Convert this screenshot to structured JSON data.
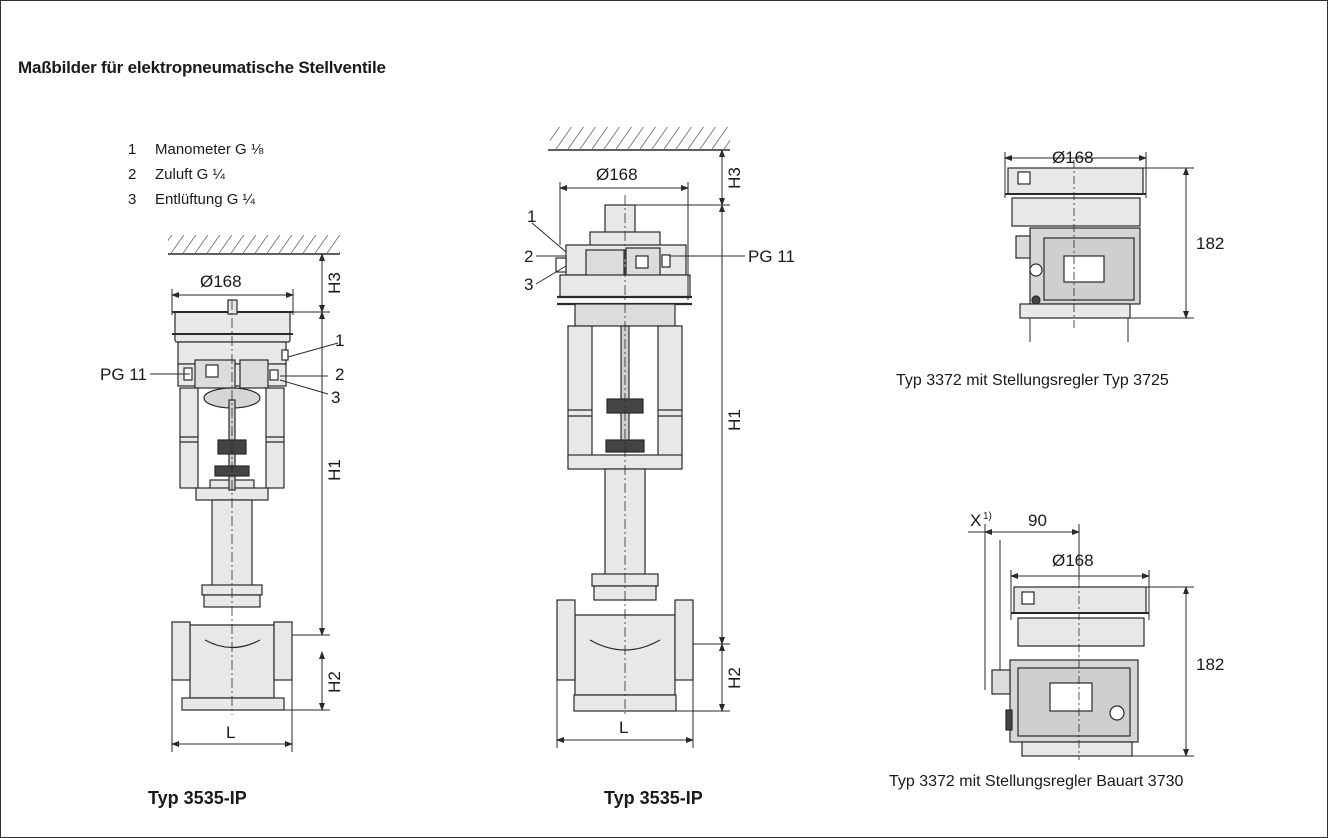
{
  "title": "Maßbilder für elektropneumatische Stellventile",
  "legend": [
    {
      "num": "1",
      "text": "Manometer G ⅛"
    },
    {
      "num": "2",
      "text": "Zuluft G ¼"
    },
    {
      "num": "3",
      "text": "Entlüftung G ¼"
    }
  ],
  "figures": {
    "left": {
      "caption": "Typ 3535-IP",
      "dia": "Ø168",
      "h1": "H1",
      "h2": "H2",
      "h3": "H3",
      "l": "L",
      "pg": "PG 11",
      "c1": "1",
      "c2": "2",
      "c3": "3"
    },
    "mid": {
      "caption": "Typ 3535-IP",
      "dia": "Ø168",
      "h1": "H1",
      "h2": "H2",
      "h3": "H3",
      "l": "L",
      "pg": "PG 11",
      "c1": "1",
      "c2": "2",
      "c3": "3"
    },
    "top_right": {
      "caption": "Typ 3372 mit Stellungsregler Typ 3725",
      "dia": "Ø168",
      "height": "182"
    },
    "bottom_right": {
      "caption": "Typ 3372 mit Stellungsregler Bauart 3730",
      "dia": "Ø168",
      "height": "182",
      "x": "X",
      "x_sup": "1)",
      "offset": "90"
    }
  },
  "colors": {
    "body": "#e8e8e8",
    "line": "#2a2a2a",
    "dark": "#555555"
  }
}
